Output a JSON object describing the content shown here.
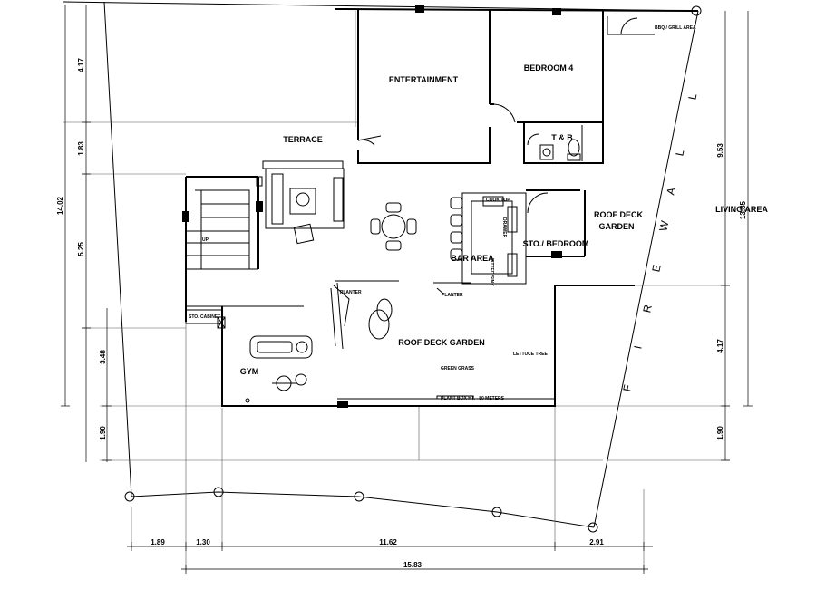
{
  "rooms": {
    "entertainment": "ENTERTAINMENT",
    "bedroom4": "BEDROOM 4",
    "terrace": "TERRACE",
    "tb": "T & B",
    "roof_deck_garden_right_1": "ROOF DECK",
    "roof_deck_garden_right_2": "GARDEN",
    "living_area": "LIVING AREA",
    "sto_bedroom": "STO./ BEDROOM",
    "bar_area": "BAR AREA",
    "roof_deck_garden": "ROOF  DECK GARDEN",
    "gym": "GYM"
  },
  "small_labels": {
    "bbq": "BBQ / GRILL AREA",
    "cook_top": "COOK TOP",
    "up": "UP",
    "planter_left": "PLANTER",
    "planter_right": "PLANTER",
    "sto_cabinet": "STO. CABINET",
    "lettuce_tree": "LETTUCE TREE",
    "green_grass": "GREEN GRASS",
    "plant_box": "PLANT BOX  HT. - 80 METERS",
    "fitted_sink": "FITTED SINK",
    "drawer": "DRAWER"
  },
  "fire_wall_letters": [
    "F",
    "I",
    "R",
    "E",
    "W",
    "A",
    "L",
    "L"
  ],
  "dimensions": {
    "left": [
      "4.17",
      "1.83",
      "5.25",
      "3.48",
      "1.90"
    ],
    "left_total": "14.02",
    "right": [
      "9.53",
      "4.17",
      "1.90"
    ],
    "right_total": "13.85",
    "bottom": [
      "1.89",
      "1.30",
      "11.62",
      "2.91"
    ],
    "bottom_total": "15.83"
  }
}
